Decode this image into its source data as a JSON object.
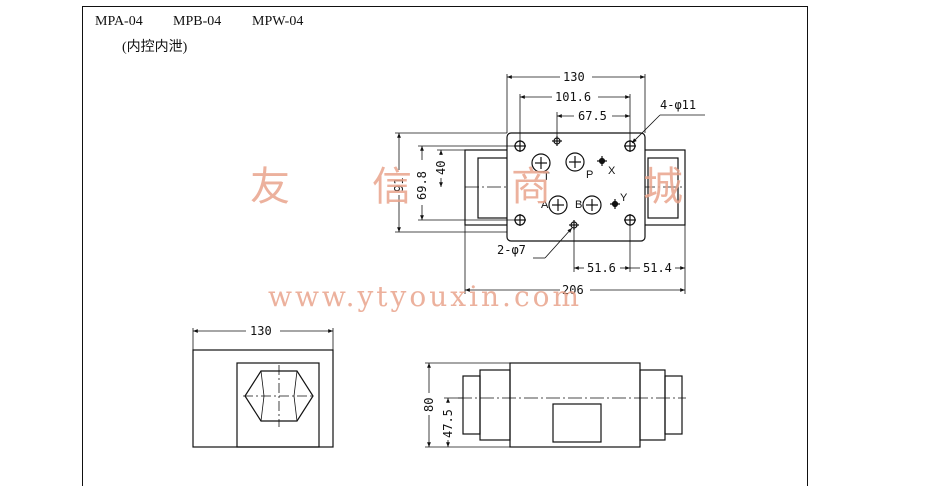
{
  "header": {
    "models": [
      "MPA-04",
      "MPB-04",
      "MPW-04"
    ],
    "subtitle": "(内控内泄)"
  },
  "dimensions": {
    "top_width": "130",
    "hole_spacing_a": "101.6",
    "hole_spacing_b": "67.5",
    "mount_holes": "4-φ11",
    "total_height": "91",
    "height_a": "69.8",
    "height_b": "40",
    "pin_holes": "2-φ7",
    "offset_a": "51.6",
    "offset_b": "51.4",
    "total_length": "206",
    "side_width": "130",
    "front_height": "80",
    "front_half_height": "47.5"
  },
  "ports": {
    "t": "T",
    "p": "P",
    "x": "X",
    "a": "A",
    "b": "B",
    "y": "Y"
  },
  "watermark": {
    "chars": [
      "友",
      "信",
      "商",
      "城"
    ],
    "url": "www.ytyouxin.com"
  },
  "colors": {
    "line": "#111111",
    "watermark": "#e9a48c"
  }
}
